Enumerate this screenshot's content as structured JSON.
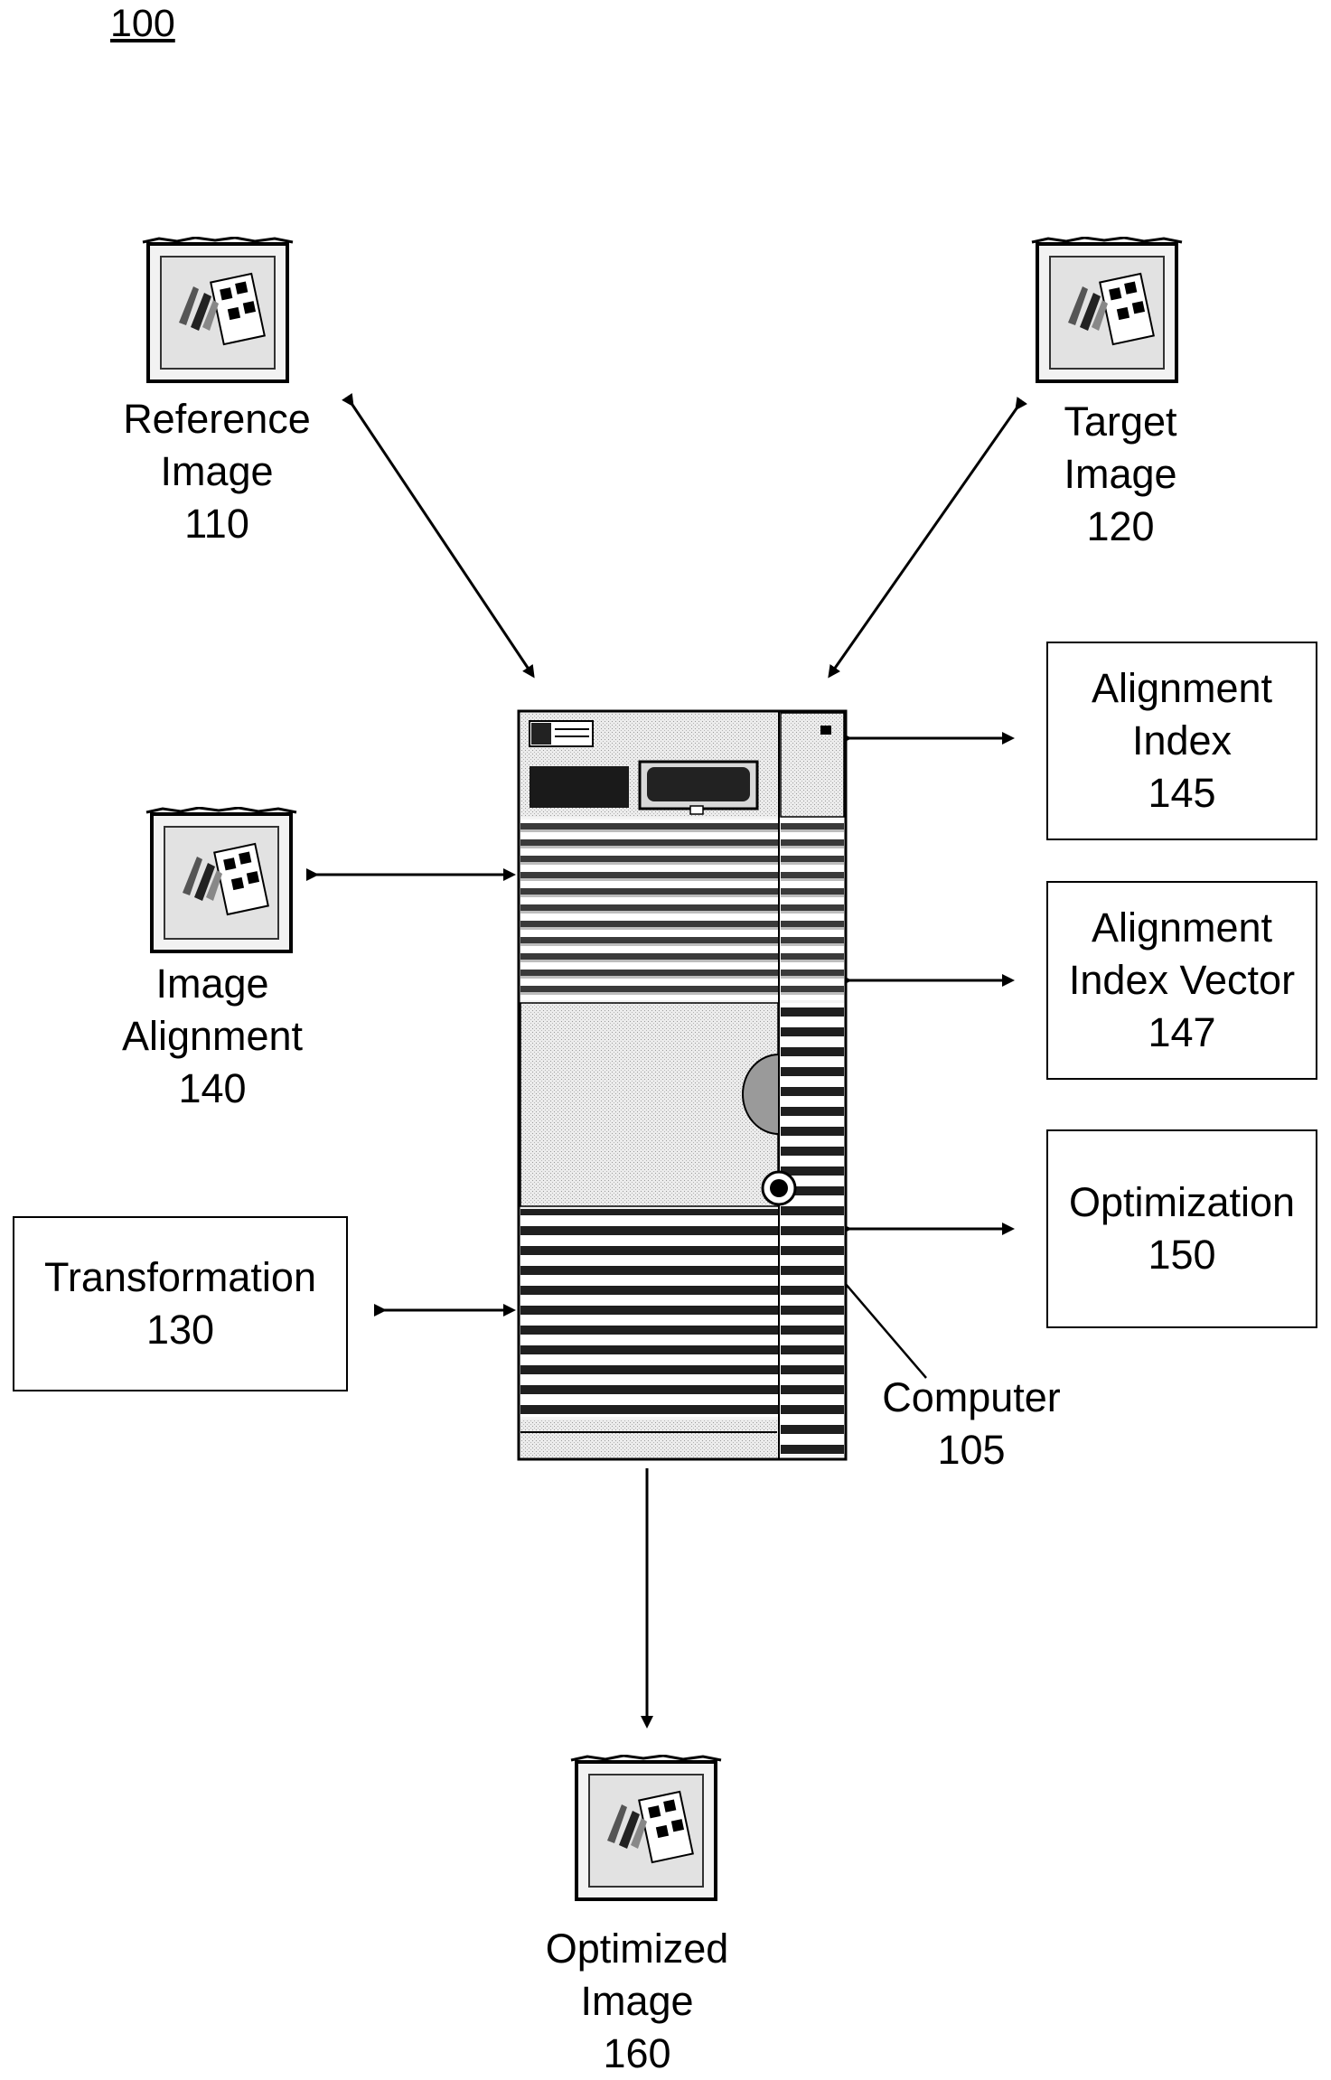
{
  "figure_number": "100",
  "reference_image": {
    "name": "Reference",
    "name2": "Image",
    "num": "110"
  },
  "target_image": {
    "name": "Target",
    "name2": "Image",
    "num": "120"
  },
  "image_alignment": {
    "name": "Image",
    "name2": "Alignment",
    "num": "140"
  },
  "optimized_image": {
    "name": "Optimized",
    "name2": "Image",
    "num": "160"
  },
  "alignment_index": {
    "line1": "Alignment",
    "line2": "Index",
    "num": "145"
  },
  "alignment_index_vector": {
    "line1": "Alignment",
    "line2": "Index Vector",
    "num": "147"
  },
  "optimization": {
    "line1": "Optimization",
    "num": "150"
  },
  "transformation": {
    "line1": "Transformation",
    "num": "130"
  },
  "computer": {
    "line1": "Computer",
    "num": "105"
  },
  "icons": [
    "document-image-icon",
    "server-tower-icon"
  ],
  "colors": {
    "line": "#000000",
    "panel": "#e8e8e8",
    "background": "#ffffff"
  }
}
